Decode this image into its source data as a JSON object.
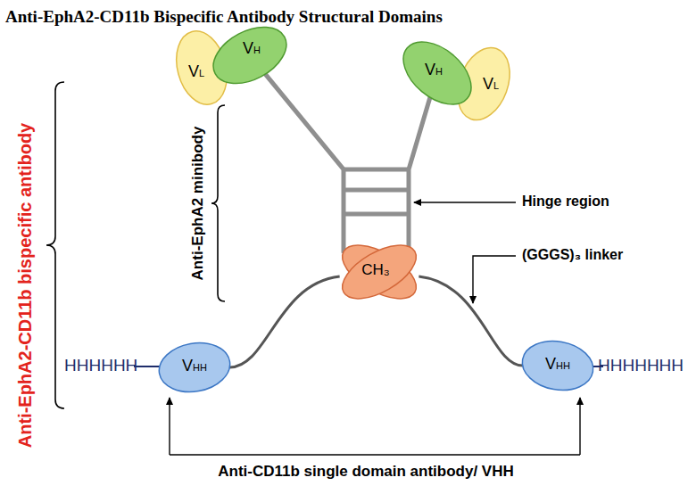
{
  "diagram": {
    "title": "Anti-EphA2-CD11b Bispecific Antibody Structural Domains",
    "nodes": [
      {
        "text": [
          "VL"
        ]
      },
      {
        "text": [
          "VH"
        ]
      },
      {
        "text": [
          "VH"
        ]
      },
      {
        "text": [
          "VL"
        ]
      },
      {
        "text": [
          "CH₃"
        ]
      },
      {
        "text": [
          "VHH"
        ]
      },
      {
        "text": [
          "VHH"
        ]
      }
    ],
    "edges": [
      {
        "from": 1,
        "to": 4,
        "arrow": "none"
      },
      {
        "from": 2,
        "to": 4,
        "arrow": "none"
      },
      {
        "from": 4,
        "to": 5,
        "arrow": "none"
      },
      {
        "from": 4,
        "to": 6,
        "arrow": "none"
      }
    ],
    "labels": [
      "Anti-EphA2-CD11b bispecific antibody",
      "Anti-EphA2 minibody",
      "Hinge region",
      "(GGGS)₃ linker",
      "HHHHHH",
      "HHHHHHH",
      "Anti-CD11b single domain antibody/ VHH"
    ]
  }
}
